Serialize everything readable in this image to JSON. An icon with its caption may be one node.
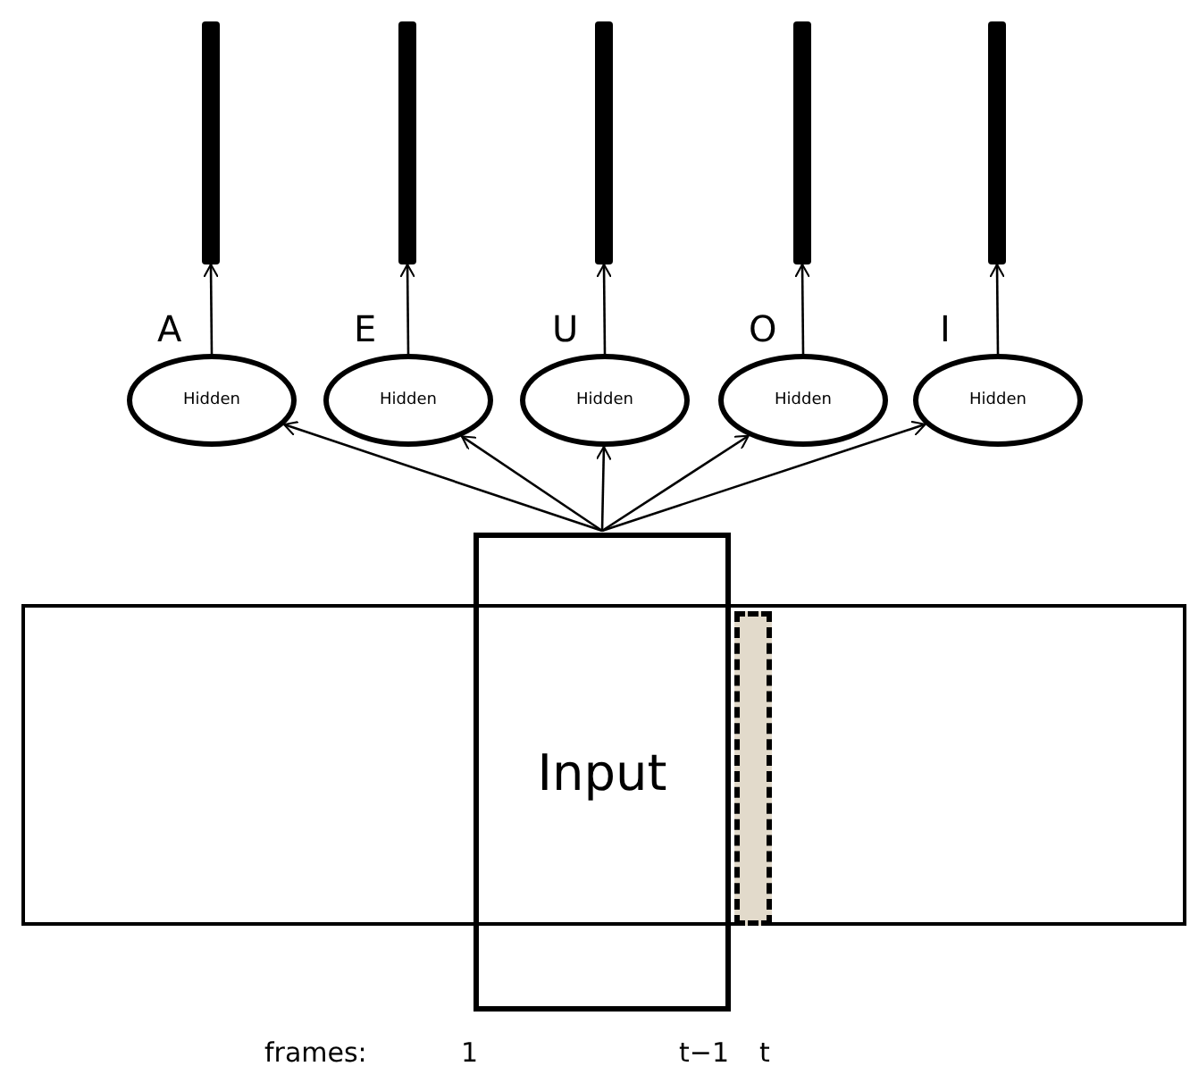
{
  "diagram": {
    "nodes": [
      {
        "text": [],
        "shape": "box"
      },
      {
        "text": [
          "Input"
        ]
      },
      {
        "text": [],
        "shape": "box",
        "in": 0
      },
      {
        "text": [
          "Hidden"
        ]
      },
      {
        "text": [
          "Hidden"
        ]
      },
      {
        "text": [
          "Hidden"
        ]
      },
      {
        "text": [
          "Hidden"
        ]
      },
      {
        "text": [
          "Hidden"
        ]
      },
      {
        "text": [],
        "shape": "bar"
      },
      {
        "text": [],
        "shape": "bar"
      },
      {
        "text": [],
        "shape": "bar"
      },
      {
        "text": [],
        "shape": "bar"
      },
      {
        "text": [],
        "shape": "bar"
      }
    ],
    "edges": [
      {
        "from": 1,
        "to": 3,
        "arrow": "to"
      },
      {
        "from": 1,
        "to": 4,
        "arrow": "to"
      },
      {
        "from": 1,
        "to": 5,
        "arrow": "to"
      },
      {
        "from": 1,
        "to": 6,
        "arrow": "to"
      },
      {
        "from": 1,
        "to": 7,
        "arrow": "to"
      },
      {
        "from": 3,
        "to": 8,
        "arrow": "to"
      },
      {
        "from": 4,
        "to": 9,
        "arrow": "to"
      },
      {
        "from": 5,
        "to": 10,
        "arrow": "to"
      },
      {
        "from": 6,
        "to": 11,
        "arrow": "to"
      },
      {
        "from": 7,
        "to": 12,
        "arrow": "to"
      }
    ],
    "labels": [
      "A",
      "E",
      "U",
      "O",
      "I",
      "frames:",
      "1",
      "t−1",
      "t"
    ]
  }
}
